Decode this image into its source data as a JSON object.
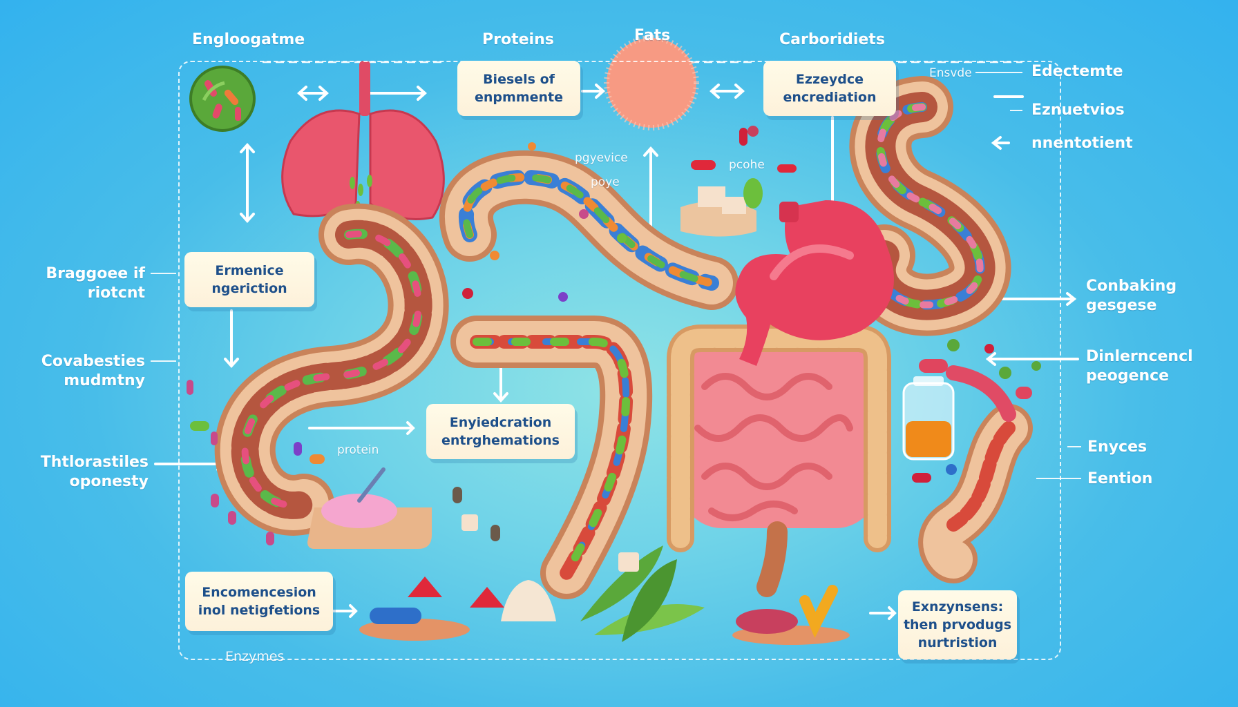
{
  "diagram": {
    "title": "Digestive system enzymes illustration",
    "top_labels": {
      "engloogatme": "Engloogatme",
      "proteins": "Proteins",
      "fats": "Fats",
      "carboridiets": "Carboridiets"
    },
    "boxes": {
      "top_center": "Biesels of\nenpmmente",
      "top_right": "Ezzeydce\nencrediation",
      "left_mid": "Ermenice\nngeriction",
      "center_mid": "Enyiedcration\nentrghemations",
      "bottom_left": "Encomencesion\ninol netigfetions",
      "bottom_right": "Exnzynsens:\nthen prvodugs\nnurtristion"
    },
    "left_labels": [
      "Braggoee if\nriotcnt",
      "Covabesties\nmudmtny",
      "Thtlorastiles\noponesty"
    ],
    "right_labels": [
      "Ensvde",
      "Edectemte",
      "Eznuetvios",
      "nnentotient",
      "Conbaking\ngesgese",
      "Dinlerncencl\npeogence",
      "Enyces",
      "Eention"
    ],
    "inline_labels": {
      "pgyevice": "pgyevice",
      "poye": "poye",
      "pcohe": "pcohe",
      "protein": "protein",
      "enzymes_bottom": "Enzymes"
    },
    "colors": {
      "background": "#33b2ee",
      "background_center": "#8fe3e6",
      "box_fill": "#fdf4de",
      "box_text": "#1d4f8a",
      "intestine_tan": "#e8b58c",
      "stomach_red": "#e8415f",
      "small_intestine_pink": "#f28a93",
      "green_cell": "#5aa83a"
    }
  }
}
